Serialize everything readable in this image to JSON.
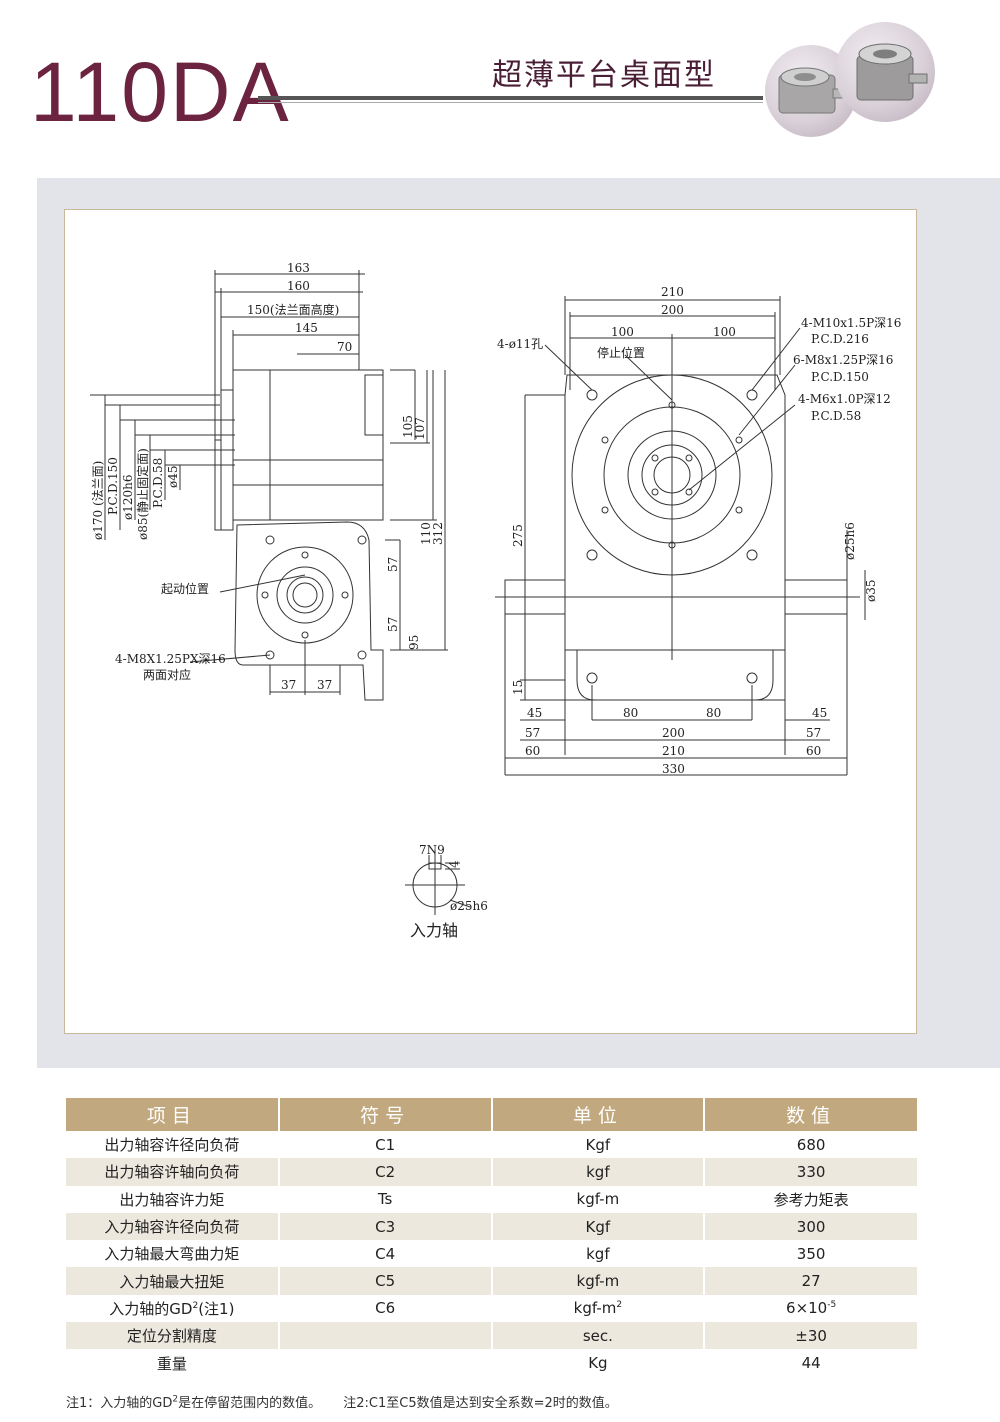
{
  "header": {
    "model": "110DA",
    "subtitle": "超薄平台桌面型"
  },
  "drawing": {
    "side_view": {
      "top_dims": [
        "163",
        "160",
        "150(法兰面高度)",
        "145",
        "70"
      ],
      "left_dims": [
        "ø170 (法兰面)",
        "P.C.D.150",
        "ø120h6",
        "ø85(静止固定面)",
        "P.C.D.58",
        "ø45"
      ],
      "right_dims": [
        "105",
        "107",
        "110",
        "312",
        "57",
        "57",
        "95"
      ],
      "bottom_dims": [
        "37",
        "37"
      ],
      "start_position": "起动位置",
      "thread_note_1": "4-M8X1.25PX深16",
      "thread_note_2": "两面对应"
    },
    "front_view": {
      "top_dims": [
        "210",
        "200",
        "100",
        "100"
      ],
      "hole_note": "4-ø11孔",
      "stop_position": "停止位置",
      "callouts": [
        "4-M10x1.5P深16",
        "P.C.D.216",
        "6-M8x1.25P深16",
        "P.C.D.150",
        "4-M6x1.0P深12",
        "P.C.D.58"
      ],
      "side_dims": [
        "275",
        "15",
        "ø25h6",
        "ø35"
      ],
      "bottom_dims": [
        "45",
        "80",
        "80",
        "45",
        "57",
        "200",
        "57",
        "60",
        "210",
        "60",
        "330"
      ]
    },
    "shaft_detail": {
      "keyway": "7N9",
      "depth": "4",
      "diameter": "ø25h6",
      "label": "入力轴"
    }
  },
  "spec_table": {
    "headers": [
      "项目",
      "符号",
      "单位",
      "数值"
    ],
    "rows": [
      {
        "item": "出力轴容许径向负荷",
        "symbol": "C1",
        "unit": "Kgf",
        "value": "680"
      },
      {
        "item": "出力轴容许轴向负荷",
        "symbol": "C2",
        "unit": "kgf",
        "value": "330"
      },
      {
        "item": "出力轴容许力矩",
        "symbol": "Ts",
        "unit": "kgf-m",
        "value": "参考力矩表"
      },
      {
        "item": "入力轴容许径向负荷",
        "symbol": "C3",
        "unit": "Kgf",
        "value": "300"
      },
      {
        "item": "入力轴最大弯曲力矩",
        "symbol": "C4",
        "unit": "kgf",
        "value": "350"
      },
      {
        "item": "入力轴最大扭矩",
        "symbol": "C5",
        "unit": "kgf-m",
        "value": "27"
      },
      {
        "item": "入力轴的GD",
        "item_sup": "2",
        "item_suffix": "(注1)",
        "symbol": "C6",
        "unit": "kgf-m",
        "unit_sup": "2",
        "value": "6×10",
        "value_sup": "-5"
      },
      {
        "item": "定位分割精度",
        "symbol": "",
        "unit": "sec.",
        "value": "±30"
      },
      {
        "item": "重量",
        "symbol": "",
        "unit": "Kg",
        "value": "44"
      }
    ]
  },
  "footnotes": {
    "note1_a": "注1：入力轴的GD",
    "note1_sup": "2",
    "note1_b": "是在停留范围内的数值。",
    "note2": "注2:C1至C5数值是达到安全系数=2时的数值。"
  }
}
